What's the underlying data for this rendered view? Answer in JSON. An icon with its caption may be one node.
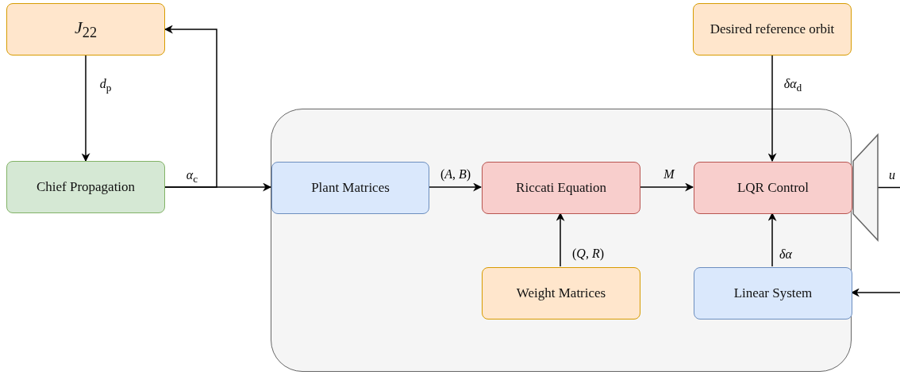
{
  "diagram": {
    "nodes": [
      {
        "text": [
          "*J*$_{22}$"
        ]
      },
      {
        "text": [
          "Desired reference orbit"
        ]
      },
      {
        "text": [
          "Chief Propagation"
        ]
      },
      {
        "text": [],
        "shape": "box"
      },
      {
        "text": [
          "Plant Matrices"
        ],
        "in": 3
      },
      {
        "text": [
          "Riccati Equation"
        ],
        "in": 3
      },
      {
        "text": [
          "LQR Control"
        ],
        "in": 3
      },
      {
        "text": [
          "Weight Matrices"
        ],
        "in": 3
      },
      {
        "text": [
          "Linear System"
        ],
        "in": 3
      },
      {
        "text": [],
        "shape": "trapezoid"
      }
    ],
    "edges": [
      {
        "from": 0,
        "to": 2,
        "arrow": "to",
        "label": "*d*$_{p}$"
      },
      {
        "from": 2,
        "to": 4,
        "arrow": "to",
        "label": "*α*$_{c}$"
      },
      {
        "from": 2,
        "to": 0,
        "arrow": "to"
      },
      {
        "from": 4,
        "to": 5,
        "arrow": "to",
        "label": "(*A*, *B*)"
      },
      {
        "from": 5,
        "to": 6,
        "arrow": "to",
        "label": "*M*"
      },
      {
        "from": 7,
        "to": 5,
        "arrow": "to",
        "label": "(*Q*, *R*)"
      },
      {
        "from": 1,
        "to": 6,
        "arrow": "to",
        "label": "*δα*$_{d}$"
      },
      {
        "from": 8,
        "to": 6,
        "arrow": "to",
        "label": "*δα*"
      },
      {
        "from": 9,
        "to": null,
        "arrow": "none",
        "label": "*u*"
      },
      {
        "from": null,
        "to": 8,
        "arrow": "to"
      }
    ]
  }
}
